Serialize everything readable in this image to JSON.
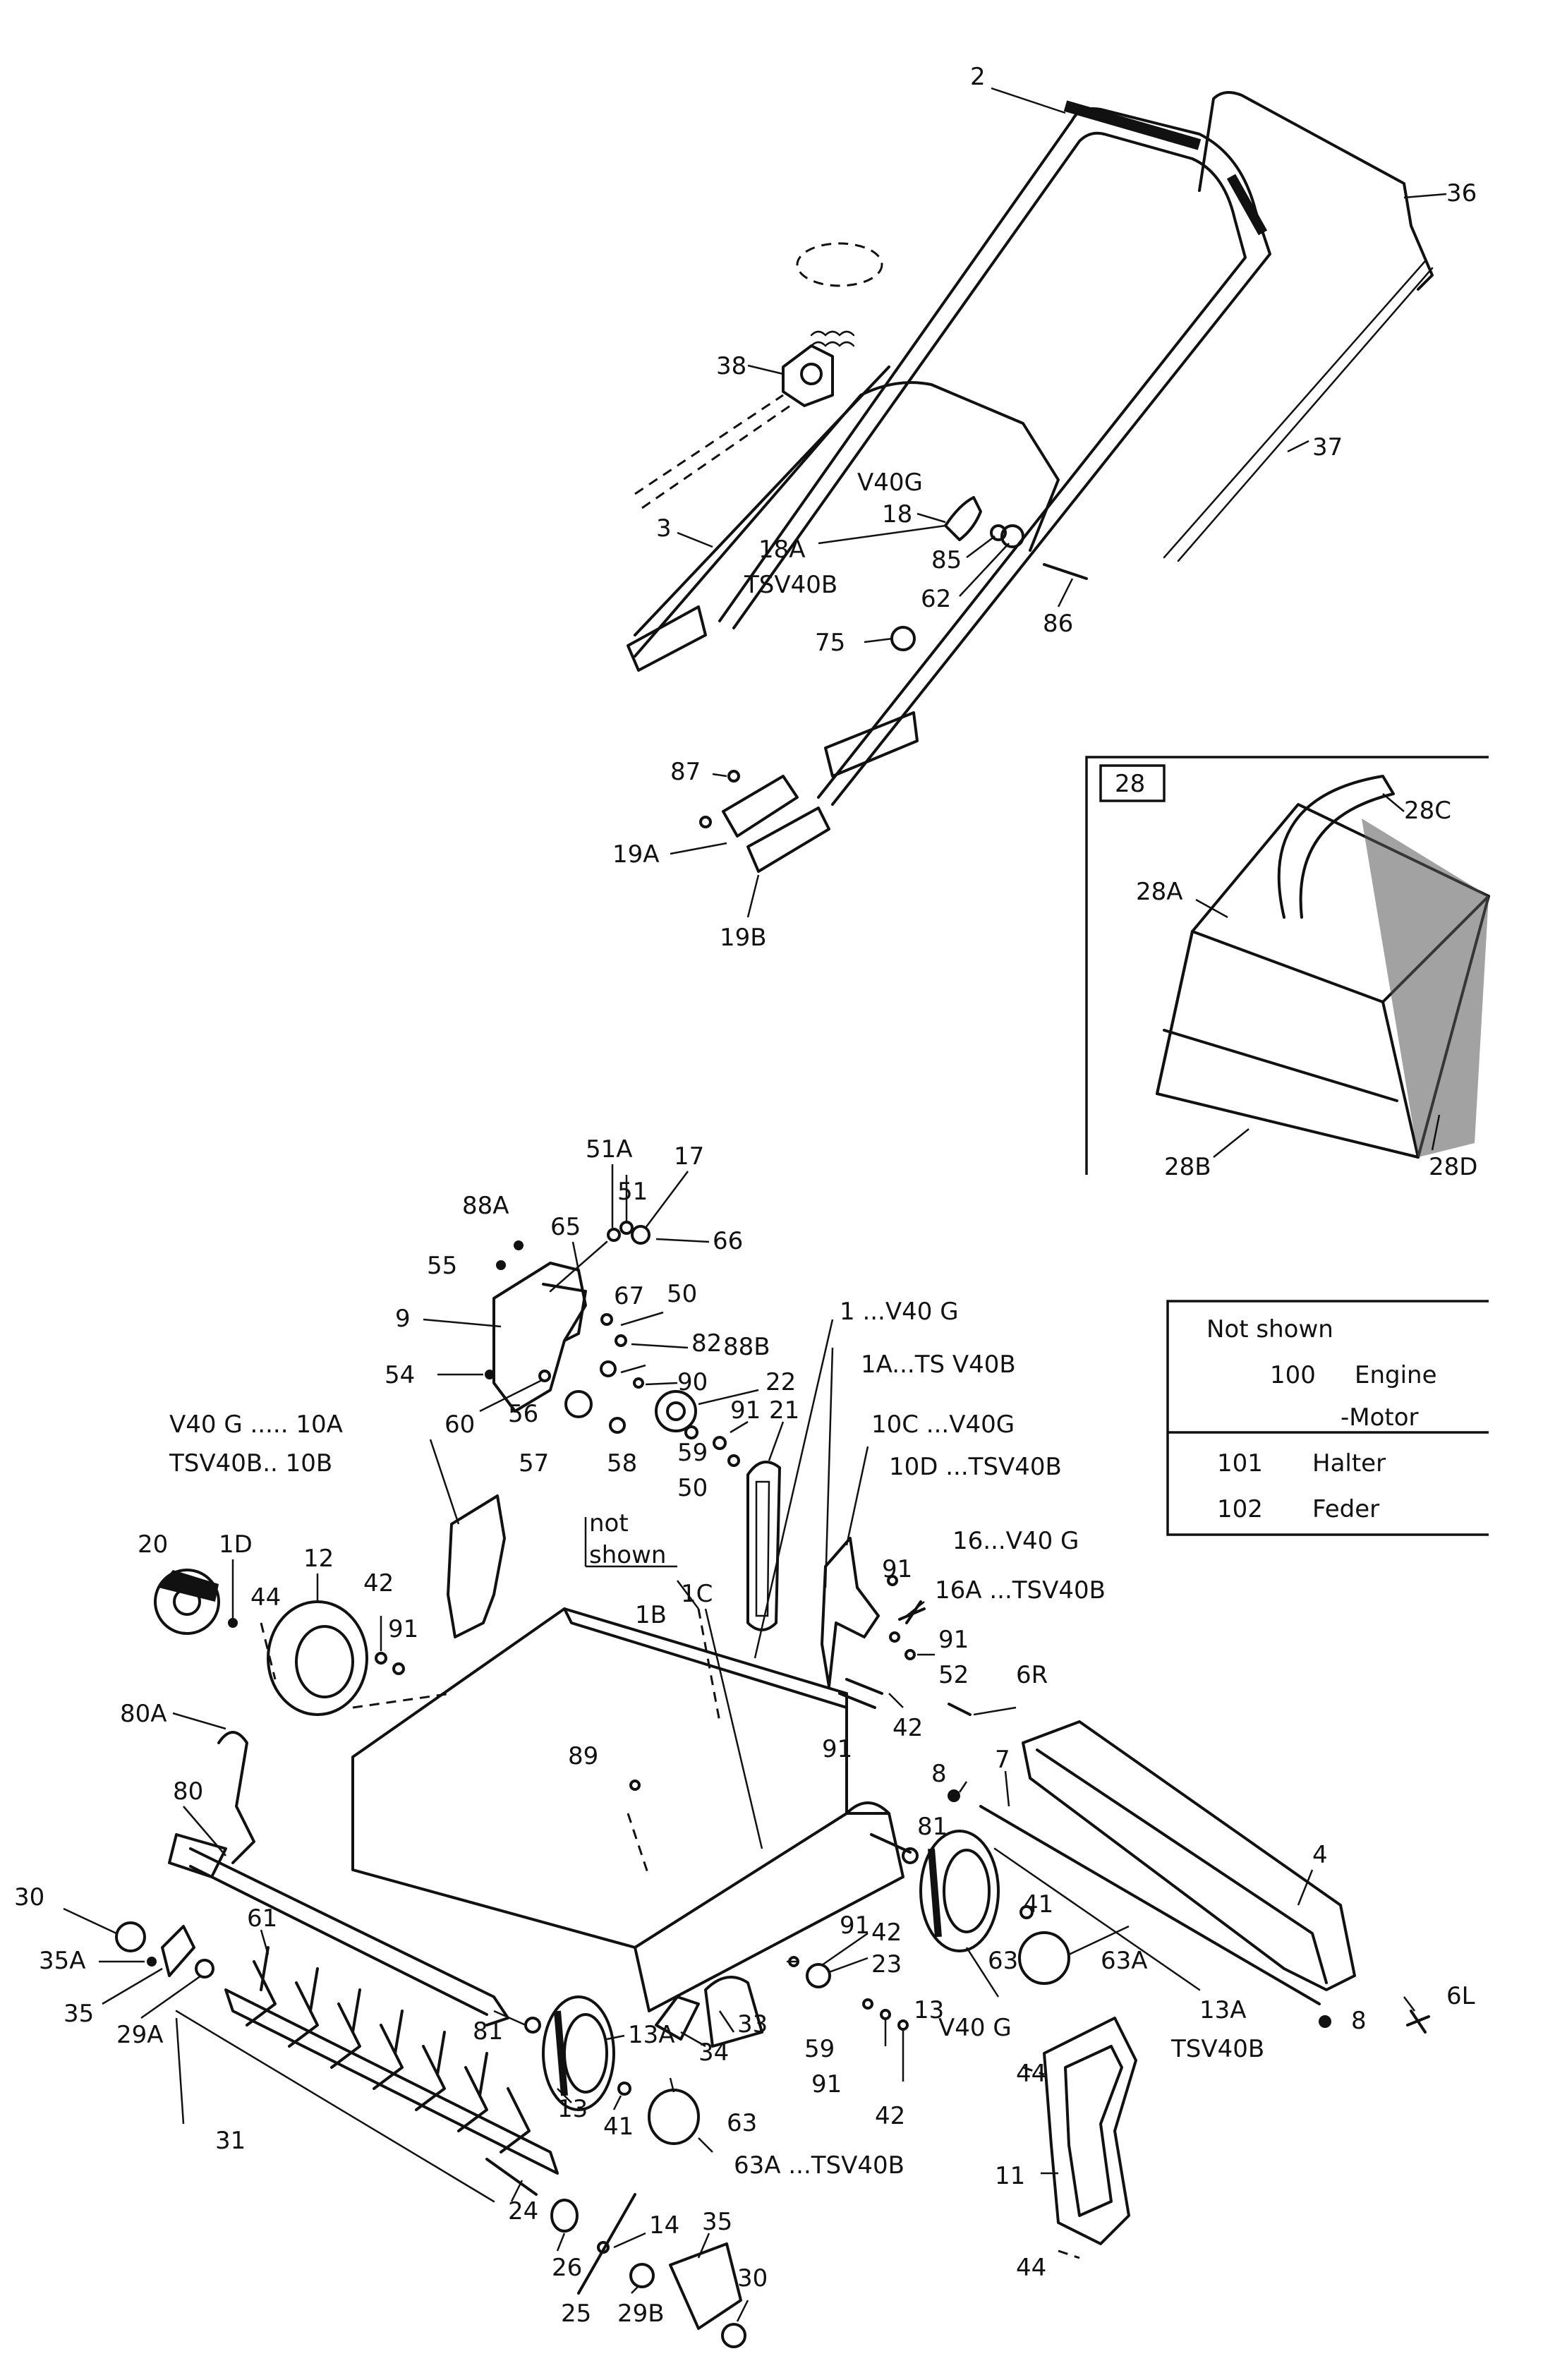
{
  "labels": {
    "l2": "2",
    "l36": "36",
    "l37": "37",
    "l38": "38",
    "lV40G_a": "V40G",
    "l18": "18",
    "l18A": "18A",
    "l85": "85",
    "lTSV40B_a": "TSV40B",
    "l62": "62",
    "l3": "3",
    "l86": "86",
    "l75": "75",
    "l87": "87",
    "l19A": "19A",
    "l19B": "19B",
    "l28box": "28",
    "l28C": "28C",
    "l28A": "28A",
    "l28B": "28B",
    "l28D": "28D",
    "l51A": "51A",
    "l88A": "88A",
    "l51": "51",
    "l17": "17",
    "l55": "55",
    "l65": "65",
    "l66": "66",
    "l9": "9",
    "l67": "67",
    "l50a": "50",
    "l82": "82",
    "l88B": "88B",
    "l54": "54",
    "l90": "90",
    "l22": "22",
    "l60": "60",
    "l56": "56",
    "l91a": "91",
    "l57": "57",
    "l58": "58",
    "l59a": "59",
    "l50b": "50",
    "l21": "21",
    "l1": "1 ...V40 G",
    "l1A": "1A...TS V40B",
    "l10C": "10C ...V40G",
    "l10D": "10D ...TSV40B",
    "lV40G10A": "V40 G ..... 10A",
    "lTSV40B10B": "TSV40B.. 10B",
    "lnot": "not",
    "lshown": "shown",
    "l20": "20",
    "l1D": "1D",
    "l12": "12",
    "l44a": "44",
    "l42a": "42",
    "l91b": "91",
    "l1B": "1B",
    "l1C": "1C",
    "l16": "16...V40 G",
    "l16A": "16A ...TSV40B",
    "l91c": "91",
    "l91d": "91",
    "l52": "52",
    "l6R": "6R",
    "l42b": "42",
    "l91e": "91",
    "l8a": "8",
    "l7": "7",
    "l80A": "80A",
    "l89": "89",
    "l80": "80",
    "l4": "4",
    "l81a": "81",
    "l30a": "30",
    "l35A": "35A",
    "l61": "61",
    "l91f": "91",
    "l41a": "41",
    "l42c": "42",
    "l23": "23",
    "l35a": "35",
    "l29A": "29A",
    "l33": "33",
    "l13a": "13",
    "l63a": "63",
    "l63Aa": "63A",
    "l6L": "6L",
    "lV40Gb": "V40 G",
    "l13A": "13A",
    "lTSV40Bb": "TSV40B",
    "l8b": "8",
    "l34": "34",
    "l59b": "59",
    "l81b": "81",
    "l13Ab": "13A",
    "l91g": "91",
    "l42d": "42",
    "l44b": "44",
    "l11": "11",
    "l31": "31",
    "l13b": "13",
    "l63b": "63",
    "l41b": "41",
    "l63Ab": "63A ...TSV40B",
    "l24": "24",
    "l44c": "44",
    "l26": "26",
    "l14": "14",
    "l35b": "35",
    "l25": "25",
    "l29B": "29B",
    "l30b": "30"
  },
  "legend": {
    "title": "Not shown",
    "rows": [
      {
        "num": "100",
        "text": "Engine"
      },
      {
        "num": "",
        "text": "-Motor"
      },
      {
        "num": "101",
        "text": "Halter"
      },
      {
        "num": "102",
        "text": "Feder"
      }
    ]
  }
}
